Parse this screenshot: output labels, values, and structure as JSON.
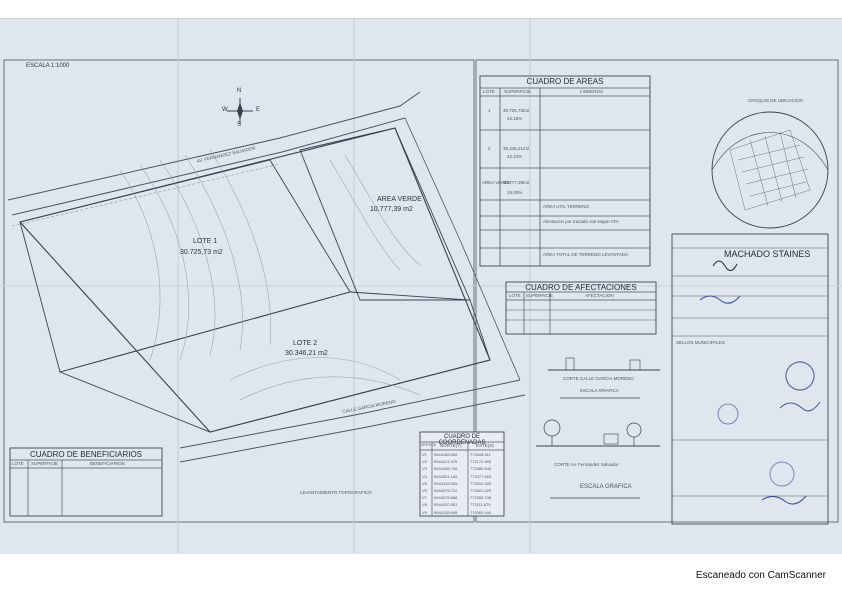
{
  "scale_label": "ESCALA 1:1000",
  "compass_letters": {
    "n": "N",
    "s": "S",
    "e": "E",
    "w": "W"
  },
  "parcels": [
    {
      "name": "LOTE 1",
      "area": "30.725,73 m2"
    },
    {
      "name": "AREA VERDE",
      "area": "10.777,39 m2"
    },
    {
      "name": "LOTE 2",
      "area": "30.346,21 m2"
    }
  ],
  "cuadro_areas": {
    "title": "CUADRO DE AREAS",
    "headers": [
      "LOTE",
      "SUPERFICIE",
      "LINDEROS"
    ],
    "rows": [
      {
        "lote": "1",
        "superficie": "30.725,73m2",
        "pct": "42.16%"
      },
      {
        "lote": "2",
        "superficie": "30.346,21m2",
        "pct": "42.24%"
      },
      {
        "lote": "AREA VERDE",
        "superficie": "10.777,39m2",
        "pct": "15.00%"
      }
    ],
    "area_util": "AREA UTIL TERRENO",
    "afectacion": "Afectacion por trazado vial segun ATA",
    "area_total": "AREA TOTAL DE TERRENO LEVANTADA"
  },
  "cuadro_afectaciones": {
    "title": "CUADRO DE AFECTACIONES",
    "headers": [
      "LOTE",
      "SUPERFICIE",
      "AFECTACION"
    ]
  },
  "cuadro_coordenadas": {
    "title": "CUADRO DE COORDENADAS",
    "headers": [
      "VERTICE",
      "NORTE(Y)",
      "ESTE(X)"
    ],
    "rows": [
      [
        "V1",
        "9944185.555",
        "772028.611"
      ],
      [
        "V2",
        "9944221.475",
        "772172.805"
      ],
      [
        "V3",
        "9944268.746",
        "772380.645"
      ],
      [
        "V4",
        "9944321.169",
        "772477.653"
      ],
      [
        "V5",
        "9944316.555",
        "772310.283"
      ],
      [
        "V6",
        "9944075.712",
        "772821.029"
      ],
      [
        "V7",
        "9944075.688",
        "772355.748"
      ],
      [
        "V8",
        "9944020.551",
        "772111.879"
      ],
      [
        "V9",
        "9944135.649",
        "772060.444"
      ]
    ]
  },
  "cuadro_beneficiarios": {
    "title": "CUADRO DE BENEFICIARIOS",
    "headers": [
      "LOTE",
      "SUPERFICIE",
      "BENEFICIARIOS"
    ]
  },
  "sections": [
    {
      "label": "CORTE CALLE GARCIA MORENO",
      "scale": "ESCALA GRAFICA"
    },
    {
      "label": "CORTE Av. Fernandez Salvador",
      "scale": "ESCALA GRAFICA"
    }
  ],
  "streets": [
    "AV. FERNANDEZ SALVADOR",
    "CALLE GARCIA MORENO"
  ],
  "location_title": "CROQUIS DE UBICACION",
  "owner_name": "MACHADO STAINES",
  "topo_label": "LEVANTAMIENTO TOPOGRAFICO",
  "municipal_label": "SELLOS MUNICIPALES",
  "watermark": "Escaneado con CamScanner"
}
